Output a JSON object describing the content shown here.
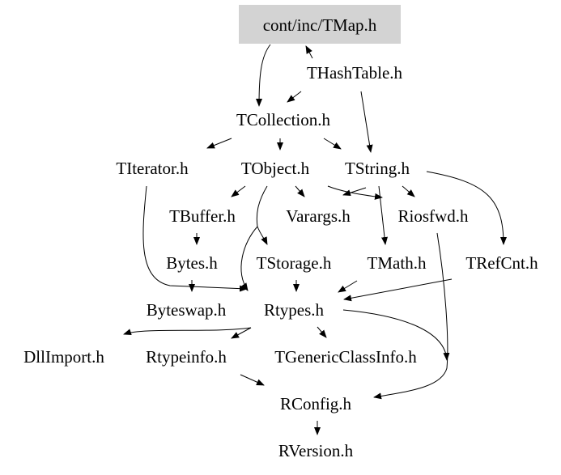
{
  "graph": {
    "root": {
      "id": "tmap",
      "label": "cont/inc/TMap.h",
      "fill": "#d3d3d3"
    },
    "nodes": [
      {
        "id": "thashtable",
        "label": "THashTable.h"
      },
      {
        "id": "tcollection",
        "label": "TCollection.h"
      },
      {
        "id": "titerator",
        "label": "TIterator.h"
      },
      {
        "id": "tobject",
        "label": "TObject.h"
      },
      {
        "id": "tstring",
        "label": "TString.h"
      },
      {
        "id": "tbuffer",
        "label": "TBuffer.h"
      },
      {
        "id": "varargs",
        "label": "Varargs.h"
      },
      {
        "id": "riosfwd",
        "label": "Riosfwd.h"
      },
      {
        "id": "bytes",
        "label": "Bytes.h"
      },
      {
        "id": "tstorage",
        "label": "TStorage.h"
      },
      {
        "id": "tmath",
        "label": "TMath.h"
      },
      {
        "id": "trefcnt",
        "label": "TRefCnt.h"
      },
      {
        "id": "byteswap",
        "label": "Byteswap.h"
      },
      {
        "id": "rtypes",
        "label": "Rtypes.h"
      },
      {
        "id": "dllimport",
        "label": "DllImport.h"
      },
      {
        "id": "rtypeinfo",
        "label": "Rtypeinfo.h"
      },
      {
        "id": "tgenericclassinfo",
        "label": "TGenericClassInfo.h"
      },
      {
        "id": "rconfig",
        "label": "RConfig.h"
      },
      {
        "id": "rversion",
        "label": "RVersion.h"
      }
    ],
    "edges": [
      [
        "tmap",
        "tcollection"
      ],
      [
        "thashtable",
        "tmap"
      ],
      [
        "thashtable",
        "tcollection"
      ],
      [
        "thashtable",
        "tstring"
      ],
      [
        "tcollection",
        "titerator"
      ],
      [
        "tcollection",
        "tobject"
      ],
      [
        "tcollection",
        "tstring"
      ],
      [
        "tobject",
        "tbuffer"
      ],
      [
        "tobject",
        "tstorage"
      ],
      [
        "tobject",
        "rtypes"
      ],
      [
        "tobject",
        "varargs"
      ],
      [
        "tobject",
        "riosfwd"
      ],
      [
        "tstring",
        "varargs"
      ],
      [
        "tstring",
        "riosfwd"
      ],
      [
        "tstring",
        "tmath"
      ],
      [
        "tstring",
        "trefcnt"
      ],
      [
        "titerator",
        "rtypes"
      ],
      [
        "tbuffer",
        "bytes"
      ],
      [
        "bytes",
        "byteswap"
      ],
      [
        "tstorage",
        "rtypes"
      ],
      [
        "tmath",
        "rtypes"
      ],
      [
        "trefcnt",
        "rtypes"
      ],
      [
        "riosfwd",
        "rconfig"
      ],
      [
        "rtypes",
        "rconfig"
      ],
      [
        "rtypes",
        "dllimport"
      ],
      [
        "rtypes",
        "rtypeinfo"
      ],
      [
        "rtypes",
        "tgenericclassinfo"
      ],
      [
        "rtypeinfo",
        "rconfig"
      ],
      [
        "rconfig",
        "rversion"
      ]
    ]
  }
}
